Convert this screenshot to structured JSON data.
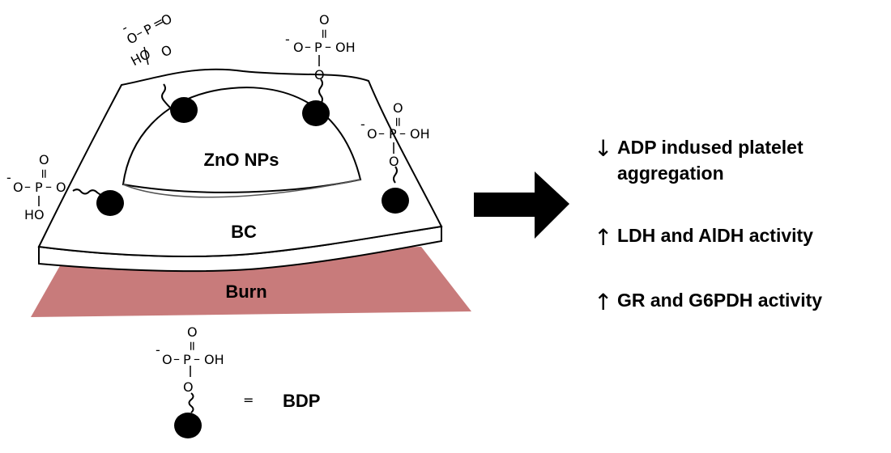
{
  "diagram": {
    "nanoparticle_label": "ZnO NPs",
    "matrix_label": "BC",
    "wound_label": "Burn",
    "legend": {
      "equals": "=",
      "label": "BDP"
    },
    "phosphate": {
      "charge": "-",
      "o_neg": "O",
      "p": "P",
      "bond": "–",
      "dbl_o": "O",
      "dbl_bond": "=",
      "oh": "OH",
      "ho": "HO",
      "o_link": "O"
    },
    "effects": [
      {
        "arrow": "↓",
        "lines": [
          "ADP indused platelet",
          "aggregation"
        ]
      },
      {
        "arrow": "↑",
        "lines": [
          "LDH and AlDH activity"
        ]
      },
      {
        "arrow": "↑",
        "lines": [
          "GR and G6PDH activity"
        ]
      }
    ],
    "colors": {
      "burn": "#c87b7b",
      "ink": "#000000",
      "background": "#ffffff"
    }
  }
}
